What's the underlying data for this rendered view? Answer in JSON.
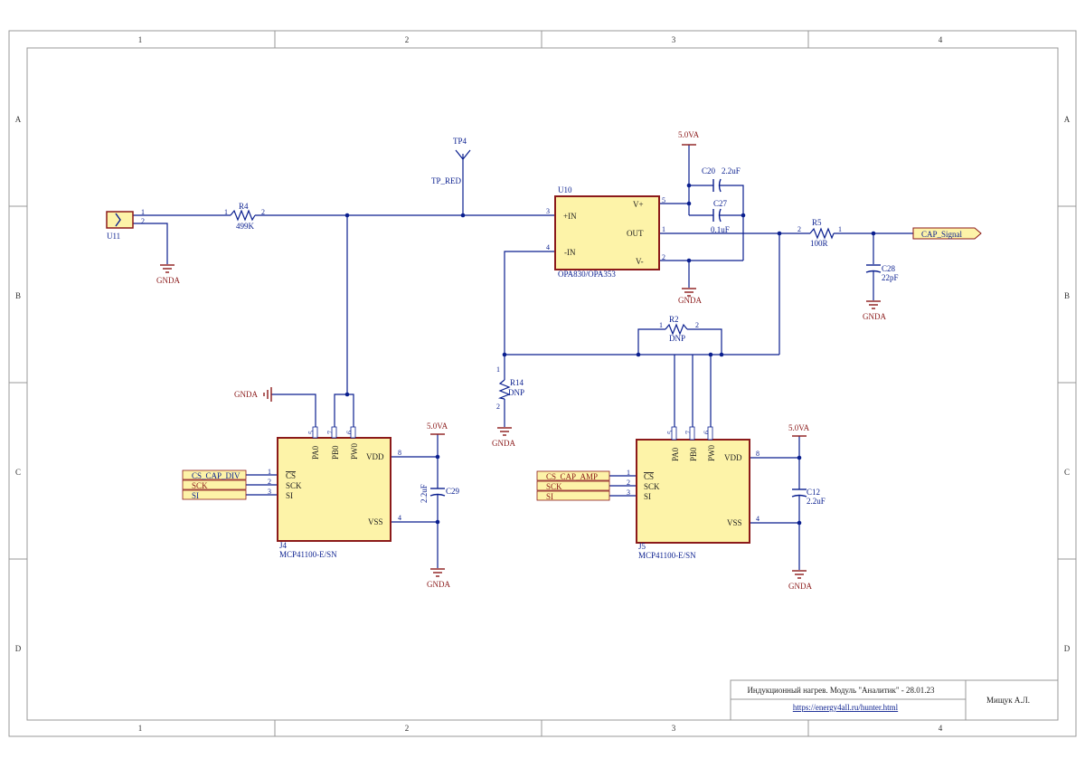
{
  "frame": {
    "columns": [
      "1",
      "2",
      "3",
      "4"
    ],
    "rows": [
      "A",
      "B",
      "C",
      "D"
    ]
  },
  "colors": {
    "wire": "#0a1f8f",
    "chip_border": "#8b1a1a",
    "chip_fill": "#fdf3a8",
    "power": "#8b1a1a",
    "label_fill": "#fdf3a8",
    "text_blue": "#0a1f8f",
    "frame": "#999999"
  },
  "components": {
    "u11": {
      "ref": "U11",
      "pin1": "1",
      "pin2": "2"
    },
    "r4": {
      "ref": "R4",
      "value": "499K",
      "pin1": "1",
      "pin2": "2"
    },
    "tp4": {
      "ref": "TP4",
      "net": "TP_RED"
    },
    "u10": {
      "ref": "U10",
      "part": "OPA830/OPA353",
      "pin_inp": "+IN",
      "pin_inn": "-IN",
      "pin_vp": "V+",
      "pin_vm": "V-",
      "pin_out": "OUT",
      "n3": "3",
      "n4": "4",
      "n5": "5",
      "n2": "2",
      "n1": "1"
    },
    "c20": {
      "ref": "C20",
      "value": "2.2uF"
    },
    "c27": {
      "ref": "C27",
      "value": "0.1uF"
    },
    "r5": {
      "ref": "R5",
      "value": "100R",
      "pin1": "1",
      "pin2": "2"
    },
    "c28": {
      "ref": "C28",
      "value": "22pF"
    },
    "r2": {
      "ref": "R2",
      "value": "DNP",
      "pin1": "1",
      "pin2": "2"
    },
    "r14": {
      "ref": "R14",
      "value": "DNP",
      "pin1": "1",
      "pin2": "2"
    },
    "j4": {
      "ref": "J4",
      "part": "MCP41100-E/SN",
      "cs": "CS",
      "sck": "SCK",
      "si": "SI",
      "vdd": "VDD",
      "vss": "VSS",
      "pa0": "PA0",
      "pb0": "PB0",
      "pw0": "PW0",
      "n1": "1",
      "n2": "2",
      "n3": "3",
      "n4": "4",
      "n5": "5",
      "n6": "6",
      "n7": "7",
      "n8": "8"
    },
    "c29": {
      "ref": "C29",
      "value": "2.2uF"
    },
    "j5": {
      "ref": "J5",
      "part": "MCP41100-E/SN",
      "cs": "CS",
      "sck": "SCK",
      "si": "SI",
      "vdd": "VDD",
      "vss": "VSS",
      "pa0": "PA0",
      "pb0": "PB0",
      "pw0": "PW0",
      "n1": "1",
      "n2": "2",
      "n3": "3",
      "n4": "4",
      "n5": "5",
      "n6": "6",
      "n7": "7",
      "n8": "8"
    },
    "c12": {
      "ref": "C12",
      "value": "2.2uF"
    }
  },
  "power": {
    "gnda": "GNDA",
    "vcc": "5.0VA"
  },
  "nets": {
    "cap_signal": "CAP_Signal",
    "cs_cap_div": "CS_CAP_DIV",
    "cs_cap_amp": "CS_CAP_AMP",
    "sck": "SCK",
    "si": "SI"
  },
  "title_block": {
    "title": "Индукционный нагрев. Модуль \"Аналитик\" - 28.01.23",
    "url": "https://energy4all.ru/hunter.html",
    "author": "Мищук А.Л."
  }
}
